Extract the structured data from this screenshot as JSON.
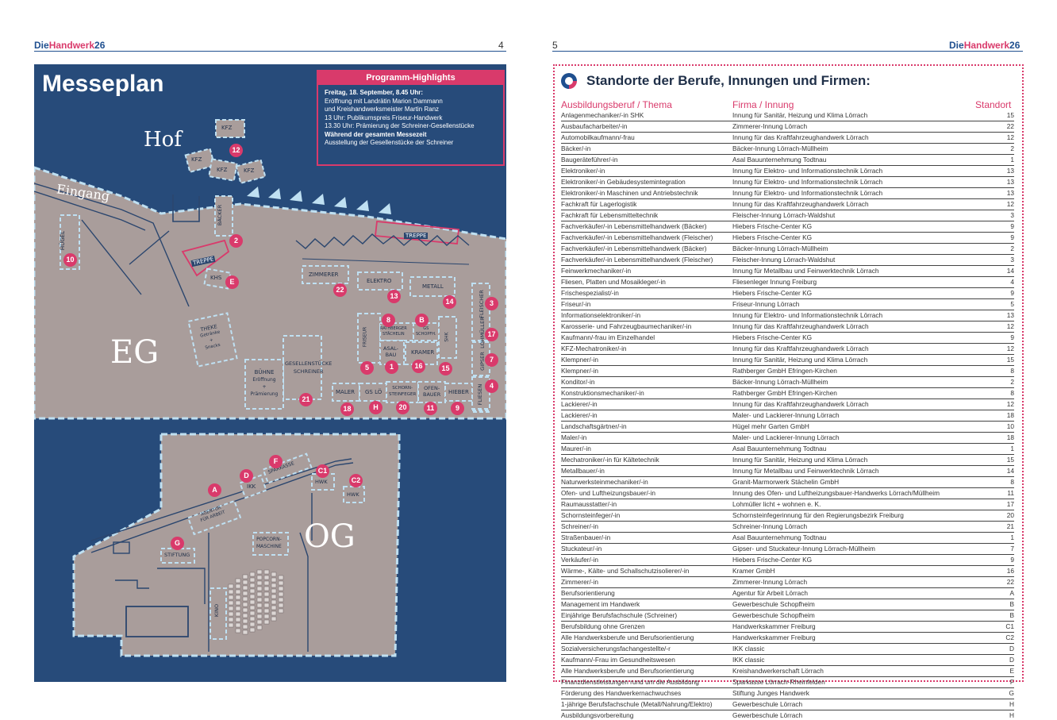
{
  "header": {
    "brand_die": "Die",
    "brand_handwerk": "Handwerk",
    "brand_year": "26",
    "left_page_number": "4",
    "right_page_number": "5"
  },
  "map": {
    "title": "Messeplan",
    "floor_eg": "EG",
    "floor_og": "OG",
    "hof": "Hof",
    "eingang": "Eingang",
    "highlights": {
      "heading": "Programm-Highlights",
      "lines": [
        "Freitag, 18. September, 8.45 Uhr:",
        "Eröffnung mit Landrätin Marion Dammann",
        "und Kreishandwerksmeister Martin Ranz",
        "13 Uhr: Publikumspreis Friseur-Handwerk",
        "13.30 Uhr: Prämierung der Schreiner-Gesellenstücke",
        "Während der gesamten Messezeit",
        "Ausstellung der Gesellenstücke der Schreiner"
      ]
    },
    "stands": {
      "kfz1": "KFZ",
      "kfz2": "KFZ",
      "kfz3": "KFZ",
      "kfz4": "KFZ",
      "huegel": "HÜGEL",
      "baecker": "BÄCKER",
      "treppe1": "TREPPE",
      "treppe2": "TREPPE",
      "khs": "KHS",
      "zimmerer": "ZIMMERER",
      "elektro": "ELEKTRO",
      "metall": "METALL",
      "fleischer": "FLEISCHER",
      "lohmueller": "LOHMÜLLER",
      "gipser": "GIPSER",
      "fliesen": "FLIESEN",
      "theke": "THEKE",
      "theke_sub1": "Getränke",
      "theke_sub2": "+",
      "theke_sub3": "Snacks",
      "friseur": "FRISEUR",
      "rathberger1": "RATHBERGER",
      "rathberger2": "STÄCHELIN",
      "gs1": "GS",
      "gs2": "SCHOPFH.",
      "shk": "SHK",
      "asal1": "ASAL-",
      "asal2": "BAU",
      "kramer": "KRAMER",
      "gesellen1": "GESELLENSTÜCKE",
      "gesellen2": "SCHREINER",
      "buehne1": "BÜHNE",
      "buehne2": "Eröffnung",
      "buehne3": "+",
      "buehne4": "Prämierung",
      "maler": "MALER",
      "gslo": "GS LÖ",
      "schorn1": "SCHORN-",
      "schorn2": "STEINFEGER",
      "ofen1": "OFEN-",
      "ofen2": "BAUER",
      "hiebers": "HIEBER",
      "agentur1": "AGENTUR",
      "agentur2": "FÜR ARBEIT",
      "ikk": "IKK",
      "sparkasse": "SPARKASSE",
      "hwk1": "HWK",
      "hwk2": "HWK",
      "popcorn1": "POPCORN-",
      "popcorn2": "MASCHINE",
      "stiftung": "STIFTUNG",
      "kino": "KINO"
    },
    "markers": {
      "m12": "12",
      "m10": "10",
      "m2": "2",
      "mE": "E",
      "m22": "22",
      "m13": "13",
      "m14": "14",
      "m3": "3",
      "m17": "17",
      "m7": "7",
      "m4": "4",
      "m8": "8",
      "mB": "B",
      "m5": "5",
      "m1": "1",
      "m16": "16",
      "m15": "15",
      "m21": "21",
      "m18": "18",
      "mH": "H",
      "m20": "20",
      "m11": "11",
      "m9": "9",
      "mA": "A",
      "mD": "D",
      "mF": "F",
      "mC1": "C1",
      "mC2": "C2",
      "mG": "G"
    }
  },
  "list": {
    "title": "Standorte der Berufe, Innungen und Firmen:",
    "col_beruf": "Ausbildungsberuf / Thema",
    "col_firma": "Firma / Innung",
    "col_standort": "Standort",
    "rows": [
      [
        "Anlagenmechaniker/-in SHK",
        "Innung für Sanitär, Heizung und Klima Lörrach",
        "15"
      ],
      [
        "Ausbaufacharbeiter/-in",
        "Zimmerer-Innung Lörrach",
        "22"
      ],
      [
        "Automobilkaufmann/-frau",
        "Innung für das Kraftfahrzeughandwerk Lörrach",
        "12"
      ],
      [
        "Bäcker/-in",
        "Bäcker-Innung Lörrach-Müllheim",
        "2"
      ],
      [
        "Baugeräteführer/-in",
        "Asal Bauunternehmung Todtnau",
        "1"
      ],
      [
        "Elektroniker/-in",
        "Innung für Elektro- und Informationstechnik Lörrach",
        "13"
      ],
      [
        "Elektroniker/-in Gebäudesystemintegration",
        "Innung für Elektro- und Informationstechnik Lörrach",
        "13"
      ],
      [
        "Elektroniker/-in Maschinen und Antriebstechnik",
        "Innung für Elektro- und Informationstechnik Lörrach",
        "13"
      ],
      [
        "Fachkraft für Lagerlogistik",
        "Innung für das Kraftfahrzeughandwerk Lörrach",
        "12"
      ],
      [
        "Fachkraft für Lebensmitteltechnik",
        "Fleischer-Innung Lörrach-Waldshut",
        "3"
      ],
      [
        "Fachverkäufer/-in Lebensmittelhandwerk (Bäcker)",
        "Hiebers Frische-Center KG",
        "9"
      ],
      [
        "Fachverkäufer/-in Lebensmittelhandwerk (Fleischer)",
        "Hiebers Frische-Center KG",
        "9"
      ],
      [
        "Fachverkäufer/-in Lebensmittelhandwerk (Bäcker)",
        "Bäcker-Innung Lörrach-Müllheim",
        "2"
      ],
      [
        "Fachverkäufer/-in Lebensmittelhandwerk (Fleischer)",
        "Fleischer-Innung Lörrach-Waldshut",
        "3"
      ],
      [
        "Feinwerkmechaniker/-in",
        "Innung für Metallbau und Feinwerktechnik Lörrach",
        "14"
      ],
      [
        "Fliesen, Platten und Mosaikleger/-in",
        "Fliesenleger Innung Freiburg",
        "4"
      ],
      [
        "Frischespezialist/-in",
        "Hiebers Frische-Center KG",
        "9"
      ],
      [
        "Friseur/-in",
        "Friseur-Innung Lörrach",
        "5"
      ],
      [
        "Informationselektroniker/-in",
        "Innung für Elektro- und Informationstechnik Lörrach",
        "13"
      ],
      [
        "Karosserie- und Fahrzeugbaumechaniker/-in",
        "Innung für das Kraftfahrzeughandwerk Lörrach",
        "12"
      ],
      [
        "Kaufmann/-frau im Einzelhandel",
        "Hiebers Frische-Center KG",
        "9"
      ],
      [
        "KFZ-Mechatroniker/-in",
        "Innung für das Kraftfahrzeughandwerk Lörrach",
        "12"
      ],
      [
        "Klempner/-in",
        "Innung für Sanitär, Heizung und Klima Lörrach",
        "15"
      ],
      [
        "Klempner/-in",
        "Rathberger GmbH Efringen-Kirchen",
        "8"
      ],
      [
        "Konditor/-in",
        "Bäcker-Innung Lörrach-Müllheim",
        "2"
      ],
      [
        "Konstruktionsmechaniker/-in",
        "Rathberger GmbH Efringen-Kirchen",
        "8"
      ],
      [
        "Lackierer/-in",
        "Innung für das Kraftfahrzeughandwerk Lörrach",
        "12"
      ],
      [
        "Lackierer/-in",
        "Maler- und Lackierer-Innung Lörrach",
        "18"
      ],
      [
        "Landschaftsgärtner/-in",
        "Hügel mehr Garten GmbH",
        "10"
      ],
      [
        "Maler/-in",
        "Maler- und Lackierer-Innung Lörrach",
        "18"
      ],
      [
        "Maurer/-in",
        "Asal Bauunternehmung Todtnau",
        "1"
      ],
      [
        "Mechatroniker/-in für Kältetechnik",
        "Innung für Sanitär, Heizung und Klima Lörrach",
        "15"
      ],
      [
        "Metallbauer/-in",
        "Innung für Metallbau und Feinwerktechnik Lörrach",
        "14"
      ],
      [
        "Naturwerksteinmechaniker/-in",
        "Granit-Marmorwerk Stächelin GmbH",
        "8"
      ],
      [
        "Ofen- und Luftheizungsbauer/-in",
        "Innung des Ofen- und Luftheizungsbauer-Handwerks Lörrach/Müllheim",
        "11"
      ],
      [
        "Raumausstatter/-in",
        "Lohmüller licht + wohnen e. K.",
        "17"
      ],
      [
        "Schornsteinfeger/-in",
        "Schornsteinfegerinnung für den Regierungsbezirk Freiburg",
        "20"
      ],
      [
        "Schreiner/-in",
        "Schreiner-Innung Lörrach",
        "21"
      ],
      [
        "Straßenbauer/-in",
        "Asal Bauunternehmung Todtnau",
        "1"
      ],
      [
        "Stuckateur/-in",
        "Gipser- und Stuckateur-Innung Lörrach-Müllheim",
        "7"
      ],
      [
        "Verkäufer/-in",
        "Hiebers Frische-Center KG",
        "9"
      ],
      [
        "Wärme-, Kälte- und Schallschutzisolierer/-in",
        "Kramer GmbH",
        "16"
      ],
      [
        "Zimmerer/-in",
        "Zimmerer-Innung Lörrach",
        "22"
      ],
      [
        "Berufsorientierung",
        "Agentur für Arbeit Lörrach",
        "A"
      ],
      [
        "Management im Handwerk",
        "Gewerbeschule Schopfheim",
        "B"
      ],
      [
        "Einjährige Berufsfachschule (Schreiner)",
        "Gewerbeschule Schopfheim",
        "B"
      ],
      [
        "Berufsbildung ohne Grenzen",
        "Handwerkskammer Freiburg",
        "C1"
      ],
      [
        "Alle Handwerksberufe und Berufsorientierung",
        "Handwerkskammer Freiburg",
        "C2"
      ],
      [
        "Sozialversicherungsfachangestellte/-r",
        "IKK classic",
        "D"
      ],
      [
        "Kaufmann/-Frau im Gesundheitswesen",
        "IKK classic",
        "D"
      ],
      [
        "Alle Handwerksberufe und Berufsorientierung",
        "Kreishandwerkerschaft Lörrach",
        "E"
      ],
      [
        "Finanzdienstleistungen rund um die Ausbildung",
        "Sparkasse Lörrach-Rheinfelden",
        "F"
      ],
      [
        "Förderung des Handwerkernachwuchses",
        "Stiftung Junges Handwerk",
        "G"
      ],
      [
        "1-jährige Berufsfachschule (Metall/Nahrung/Elektro)",
        "Gewerbeschule Lörrach",
        "H"
      ],
      [
        "Ausbildungsvorbereitung",
        "Gewerbeschule Lörrach",
        "H"
      ]
    ]
  }
}
